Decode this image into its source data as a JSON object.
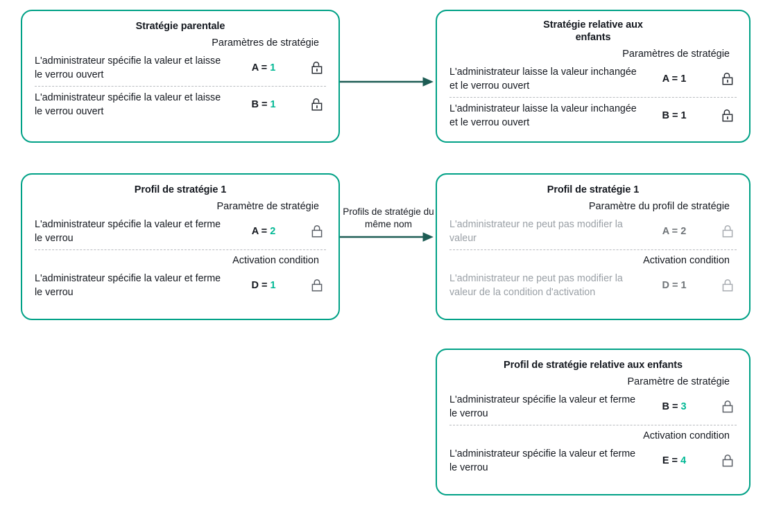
{
  "colors": {
    "box_border": "#00a186",
    "accent_value": "#00b894",
    "text": "#14181f",
    "muted_text": "#9aa0a6",
    "divider": "#b9bcc0",
    "arrow": "#1d5c54"
  },
  "boxes": {
    "parent_policy": {
      "title": "Stratégie parentale",
      "sections": [
        {
          "header": "Paramètres de stratégie"
        }
      ],
      "rows": [
        {
          "description": "L'administrateur spécifie la valeur et laisse le verrou ouvert",
          "key": "A =",
          "value": "1",
          "lock": "lock-open-icon",
          "state": "enabled"
        },
        {
          "description": "L'administrateur spécifie la valeur et laisse le verrou ouvert",
          "key": "B =",
          "value": "1",
          "lock": "lock-open-icon",
          "state": "enabled"
        }
      ]
    },
    "child_policy": {
      "title": "Stratégie relative aux enfants",
      "sections": [
        {
          "header": "Paramètres de stratégie"
        }
      ],
      "rows": [
        {
          "description": "L'administrateur laisse la valeur inchangée et le verrou ouvert",
          "key": "A =",
          "value": "1",
          "lock": "lock-open-icon",
          "state": "enabled"
        },
        {
          "description": "L'administrateur laisse la valeur inchangée et le verrou ouvert",
          "key": "B =",
          "value": "1",
          "lock": "lock-open-icon",
          "state": "enabled"
        }
      ]
    },
    "policy_profile_1_left": {
      "title": "Profil de stratégie 1",
      "section_1_header": "Paramètre de stratégie",
      "section_2_header": "Activation condition",
      "rows": [
        {
          "description": "L'administrateur spécifie la valeur et ferme le verrou",
          "key": "A =",
          "value": "2",
          "lock": "lock-closed-icon",
          "state": "enabled"
        },
        {
          "description": "L'administrateur spécifie la valeur et ferme le verrou",
          "key": "D =",
          "value": "1",
          "lock": "lock-closed-icon",
          "state": "enabled"
        }
      ]
    },
    "policy_profile_1_right": {
      "title": "Profil de stratégie 1",
      "section_1_header": "Paramètre du profil de stratégie",
      "section_2_header": "Activation condition",
      "rows": [
        {
          "description": "L'administrateur ne peut pas modifier la valeur",
          "key": "A =",
          "value": "2",
          "lock": "lock-closed-icon",
          "state": "disabled"
        },
        {
          "description": "L'administrateur ne peut pas modifier  la valeur de la condition d'activation",
          "key": "D =",
          "value": "1",
          "lock": "lock-closed-icon",
          "state": "disabled"
        }
      ]
    },
    "child_policy_profile": {
      "title": "Profil de stratégie relative aux enfants",
      "section_1_header": "Paramètre de stratégie",
      "section_2_header": "Activation condition",
      "rows": [
        {
          "description": "L'administrateur spécifie la valeur et ferme le verrou",
          "key": "B =",
          "value": "3",
          "lock": "lock-closed-icon",
          "state": "enabled"
        },
        {
          "description": "L'administrateur spécifie la valeur et ferme le verrou",
          "key": "E =",
          "value": "4",
          "lock": "lock-closed-icon",
          "state": "enabled"
        }
      ]
    }
  },
  "arrows": [
    {
      "name": "parent-to-child-arrow",
      "label": ""
    },
    {
      "name": "profile-to-profile-arrow",
      "label": "Profils de stratégie du même nom"
    }
  ]
}
